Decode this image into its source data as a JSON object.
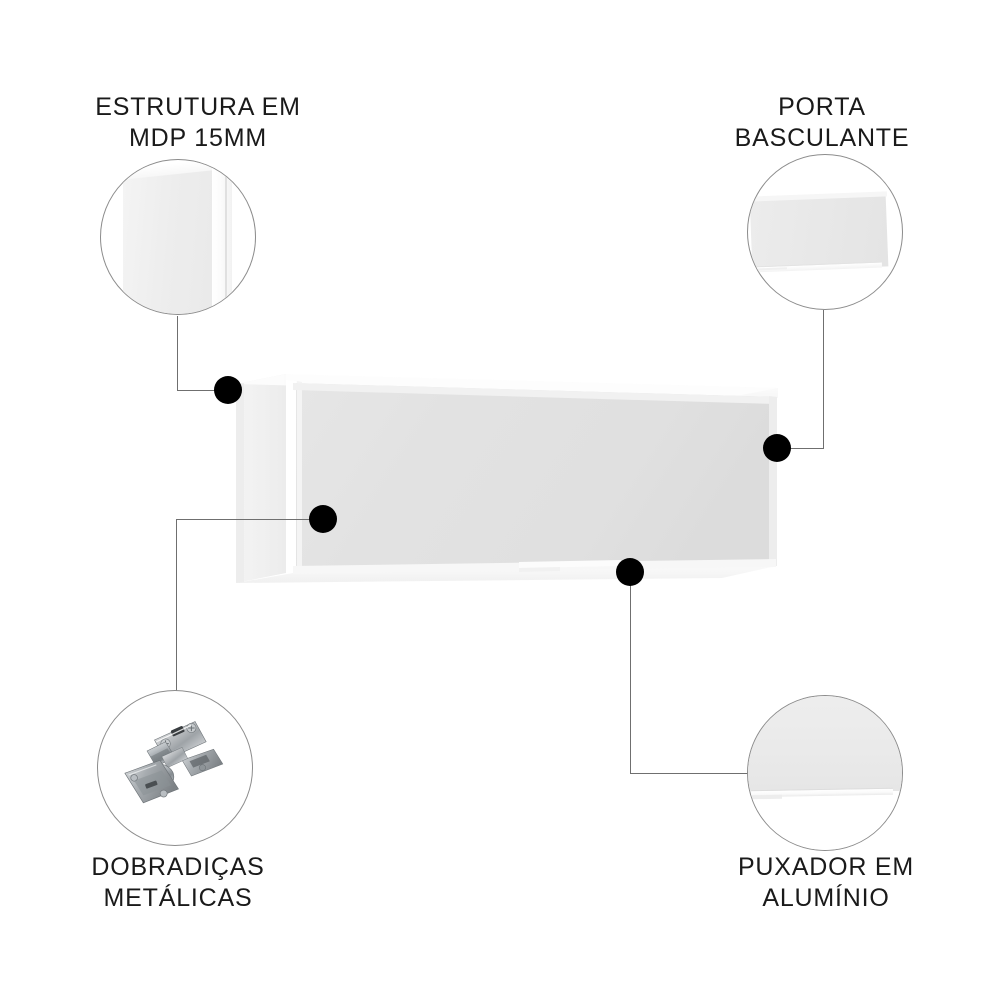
{
  "page": {
    "title": "Armário aéreo basculante - destaques do produto",
    "background_color": "#ffffff",
    "text_color": "#1a1a1a",
    "line_color": "#6f6f6f",
    "dot_color": "#000000"
  },
  "product": {
    "name": "armario-aereo-basculante",
    "body_color": "#e9e9e9",
    "door_color": "#e2e2e2",
    "side_color": "#f0f0f0",
    "edge_highlight_color": "#ffffff",
    "handle_color": "#fbfbfb"
  },
  "callouts": [
    {
      "id": "estrutura",
      "label": "ESTRUTURA EM\nMDP 15MM",
      "position": "top-left",
      "detail_icon": "panel-corner-icon"
    },
    {
      "id": "porta",
      "label": "PORTA\nBASCULANTE",
      "position": "top-right",
      "detail_icon": "door-panel-icon"
    },
    {
      "id": "dobradicas",
      "label": "DOBRADIÇAS\nMETÁLICAS",
      "position": "bottom-left",
      "detail_icon": "metal-hinge-icon"
    },
    {
      "id": "puxador",
      "label": "PUXADOR EM\nALUMÍNIO",
      "position": "bottom-right",
      "detail_icon": "aluminium-handle-icon"
    }
  ]
}
